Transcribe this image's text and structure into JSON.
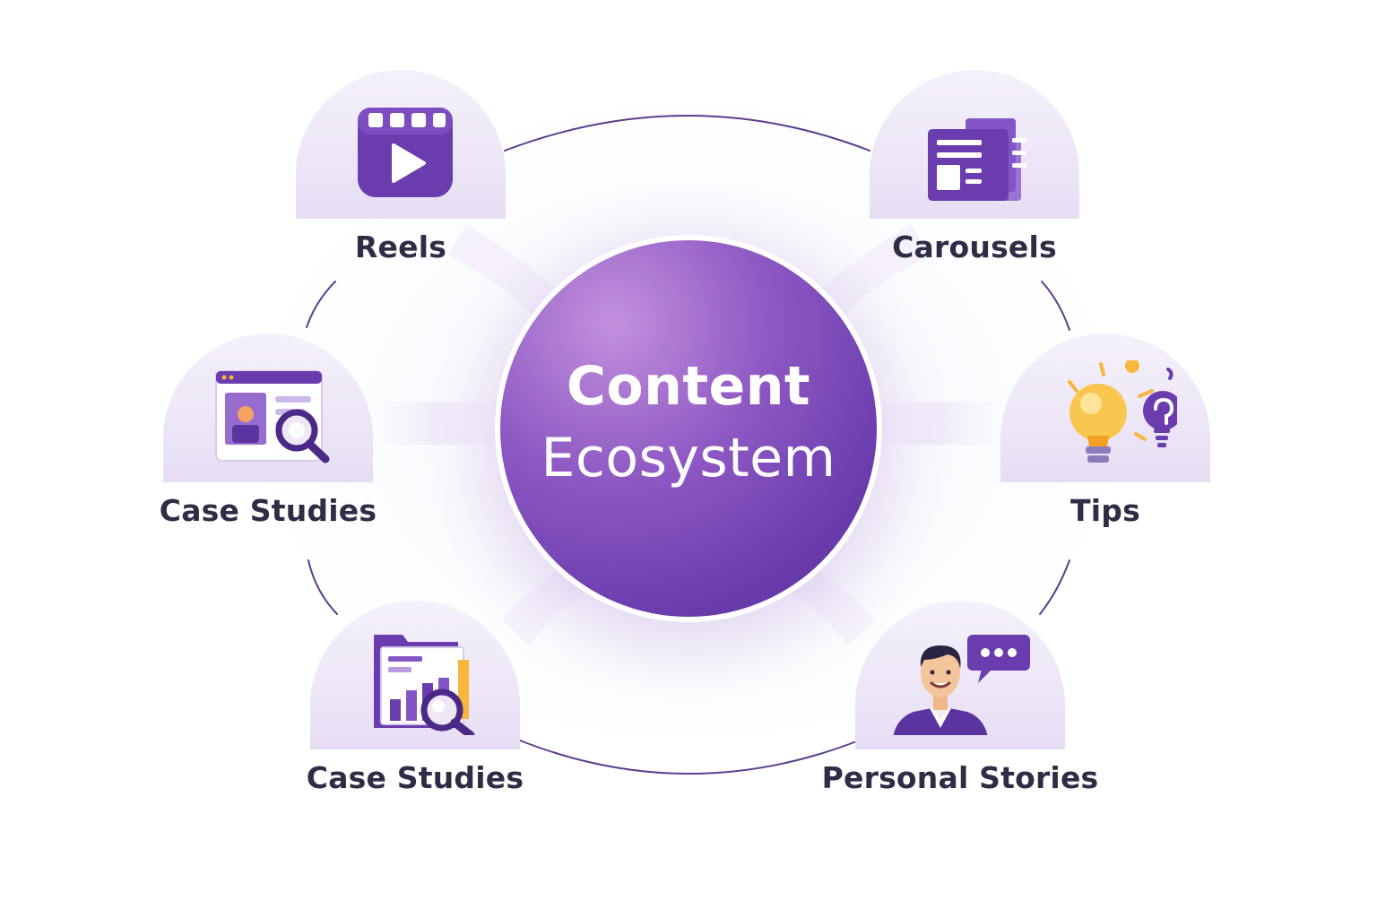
{
  "hub": {
    "title_line1": "Content",
    "title_line2": "Ecosystem"
  },
  "nodes": [
    {
      "label": "Reels",
      "icon": "video-clapper-play-icon"
    },
    {
      "label": "Carousels",
      "icon": "stacked-slides-icon"
    },
    {
      "label": "Case Studies",
      "icon": "profile-magnifier-icon"
    },
    {
      "label": "Tips",
      "icon": "lightbulb-idea-icon"
    },
    {
      "label": "Case Studies",
      "icon": "chart-folder-magnifier-icon"
    },
    {
      "label": "Personal Stories",
      "icon": "person-speech-bubble-icon"
    }
  ],
  "colors": {
    "primary_purple": "#6a3cad",
    "light_purple": "#ebe4f6",
    "ring_line": "#5b3d8f",
    "label_text": "#2e2d45",
    "bulb_yellow": "#f6b73c"
  }
}
